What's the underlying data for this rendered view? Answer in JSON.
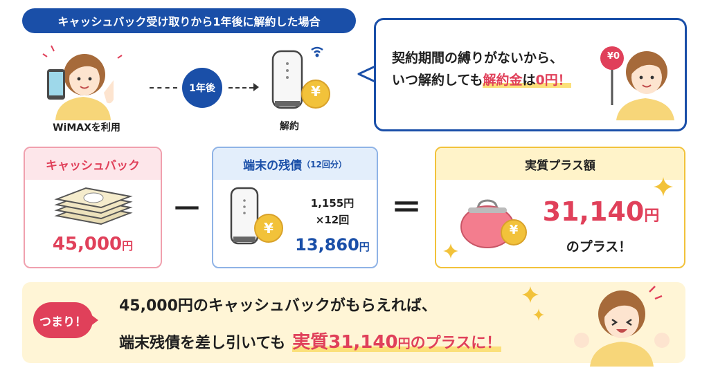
{
  "header": {
    "title": "キャッシュバック受け取りから1年後に解約した場合"
  },
  "flow": {
    "use_label": "WiMAXを利用",
    "after_label": "1年後",
    "cancel_label": "解約",
    "yen_symbol": "¥"
  },
  "bubble": {
    "line1": "契約期間の縛りがないから、",
    "line2_pre": "いつ解約しても",
    "line2_red1": "解約金",
    "line2_mid": "は",
    "line2_red2": "0円",
    "line2_post": "！",
    "sign": "¥0"
  },
  "cashback": {
    "title": "キャッシュバック",
    "amount": "45,000",
    "unit": "円"
  },
  "operators": {
    "minus": "－",
    "equals": "＝"
  },
  "residual": {
    "title": "端末の残債",
    "note": "（12回分）",
    "monthly": "1,155円",
    "times": "×12回",
    "total": "13,860",
    "unit": "円",
    "yen_symbol": "¥"
  },
  "plus": {
    "title": "実質プラス額",
    "amount": "31,140",
    "unit": "円",
    "suffix": "のプラス！",
    "yen_symbol": "¥"
  },
  "summary": {
    "badge": "つまり！",
    "line1": "45,000円のキャッシュバックがもらえれば、",
    "line2_pre": "端末残債を差し引いても",
    "line2_hl_a": "実質31,140",
    "line2_hl_unit": "円",
    "line2_hl_b": "のプラスに！"
  },
  "colors": {
    "blue": "#1a4fa8",
    "red": "#e0405a",
    "yellow": "#f2c23a",
    "pink_bg": "#fde6ea",
    "blue_bg": "#e3eefb",
    "yellow_bg": "#fff3c9"
  }
}
